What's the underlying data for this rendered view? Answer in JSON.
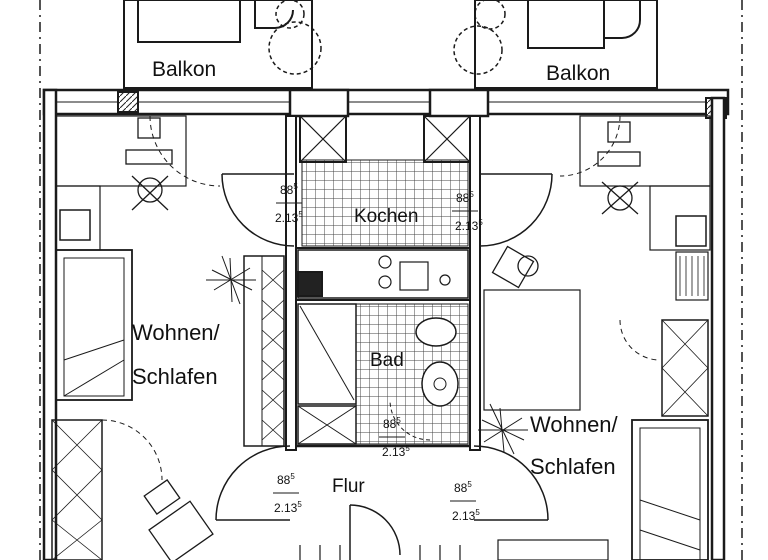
{
  "rooms": {
    "balkon_left": "Balkon",
    "balkon_right": "Balkon",
    "kochen": "Kochen",
    "bad": "Bad",
    "flur": "Flur",
    "wohnen_left_1": "Wohnen/",
    "wohnen_left_2": "Schlafen",
    "wohnen_right_1": "Wohnen/",
    "wohnen_right_2": "Schlafen"
  },
  "door_dimensions": {
    "width": "88",
    "width_sup": "5",
    "height": "2.13",
    "height_sup": "5"
  },
  "colors": {
    "line": "#1a1a1a",
    "background": "#ffffff"
  }
}
